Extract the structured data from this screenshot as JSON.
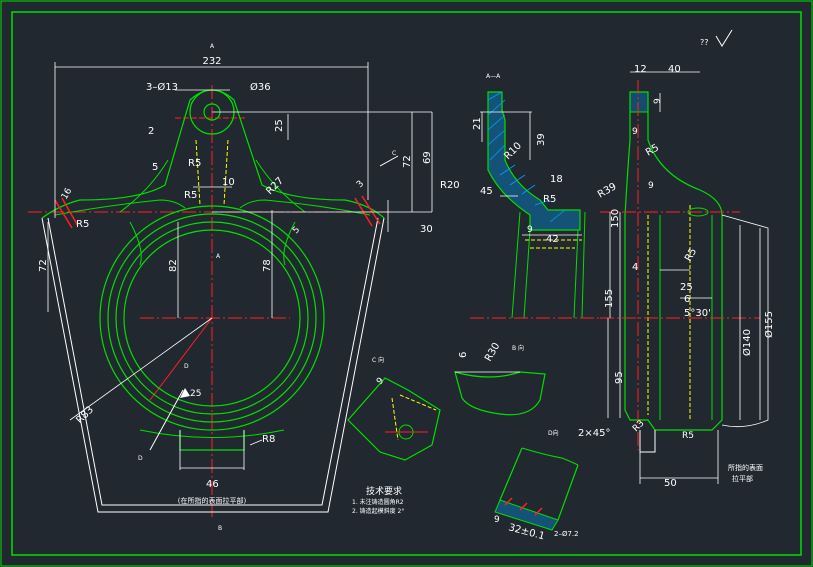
{
  "colors": {
    "background": "#212830",
    "outline": "#00e000",
    "dimension": "#ffffff",
    "centerline": "#ff2020",
    "hidden": "#ffff00",
    "hatch": "#00a0ff"
  },
  "views": {
    "main_label_top": "A",
    "main_label_bottom": "B",
    "center_mark": "A",
    "section": "A—A",
    "view_c": "C 向",
    "view_b": "B 向",
    "view_d": "D 向",
    "c_arrow": "C",
    "d_arrow_top": "D",
    "d_arrow_bottom": "D"
  },
  "roughness_top": "?? ",
  "main_dims": {
    "width": "232",
    "holes": "3–Ø13",
    "dia36": "Ø36",
    "d2": "2",
    "d25": "25",
    "d5": "5",
    "r5a": "R5",
    "r5b": "R5",
    "d10": "10",
    "r27": "R27",
    "d16": "16",
    "r5c": "R5",
    "d72": "72",
    "d82": "82",
    "d78": "78",
    "d72b": "72",
    "d69": "69",
    "d30": "30",
    "d3": "3",
    "d5b": "5",
    "r83": "R83",
    "d25b": "25",
    "r8": "R8",
    "d46": "46",
    "note": "(在所指的表面拉平部)"
  },
  "section_dims": {
    "d21": "21",
    "d39": "39",
    "r10": "R10",
    "r20": "R20",
    "d45": "45",
    "d18": "18",
    "r5": "R5",
    "r39": "R39",
    "d9": "9",
    "d42": "42"
  },
  "side_dims": {
    "d12": "12",
    "d40": "40",
    "d9a": "9",
    "r5a": "R5",
    "d9b": "9",
    "d150": "150",
    "d4": "4",
    "r5b": "R5",
    "d25": "25",
    "d6": "6",
    "angle": "5°30'",
    "d155": "155",
    "d95": "95",
    "dia140": "Ø140",
    "dia155": "Ø155",
    "chamfer": "2×45°",
    "r3": "R3",
    "r5c": "R5",
    "d50": "50",
    "note1": "所指的表面",
    "note2": "拉平部"
  },
  "small_dims": {
    "b6": "6",
    "br30": "R30",
    "c9": "9",
    "d9": "9",
    "d32": "32±0.1",
    "holes2": "2–Ø7.2",
    "mark": "D向"
  },
  "tech_req": {
    "title": "技术要求",
    "line1": "1. 未注铸造圆角R2",
    "line2": "2. 铸造起模斜度 2°"
  }
}
